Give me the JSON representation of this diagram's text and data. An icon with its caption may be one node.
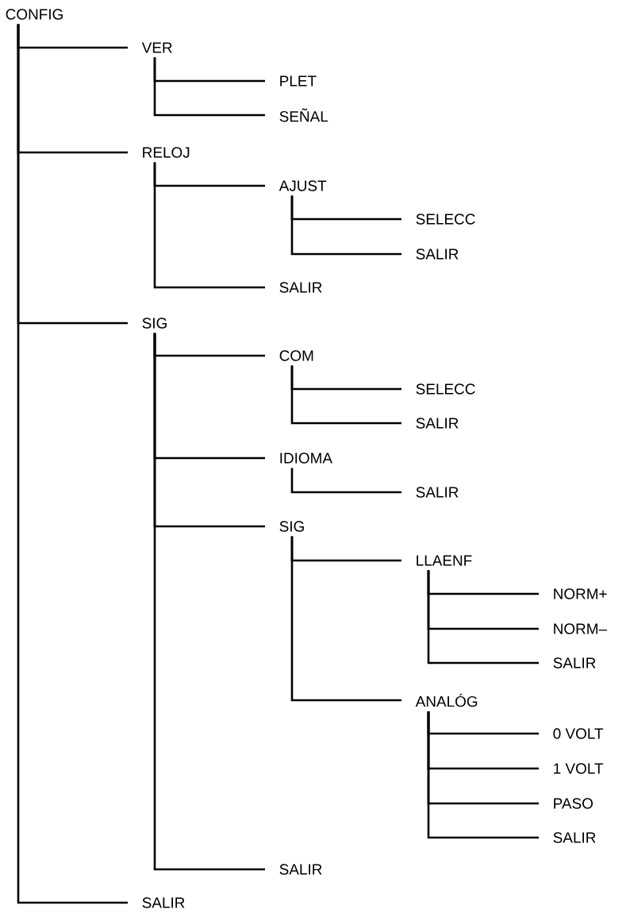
{
  "diagram": {
    "nodes": [
      {
        "text": [
          "CONFIG"
        ]
      },
      {
        "text": [
          "VER"
        ]
      },
      {
        "text": [
          "PLET"
        ]
      },
      {
        "text": [
          "SEÑAL"
        ]
      },
      {
        "text": [
          "RELOJ"
        ]
      },
      {
        "text": [
          "AJUST"
        ]
      },
      {
        "text": [
          "SELECC"
        ]
      },
      {
        "text": [
          "SALIR"
        ]
      },
      {
        "text": [
          "SALIR"
        ]
      },
      {
        "text": [
          "SIG"
        ]
      },
      {
        "text": [
          "COM"
        ]
      },
      {
        "text": [
          "SELECC"
        ]
      },
      {
        "text": [
          "SALIR"
        ]
      },
      {
        "text": [
          "IDIOMA"
        ]
      },
      {
        "text": [
          "SALIR"
        ]
      },
      {
        "text": [
          "SIG"
        ]
      },
      {
        "text": [
          "LLAENF"
        ]
      },
      {
        "text": [
          "NORM+"
        ]
      },
      {
        "text": [
          "NORM–"
        ]
      },
      {
        "text": [
          "SALIR"
        ]
      },
      {
        "text": [
          "ANALÓG"
        ]
      },
      {
        "text": [
          "0 VOLT"
        ]
      },
      {
        "text": [
          "1 VOLT"
        ]
      },
      {
        "text": [
          "PASO"
        ]
      },
      {
        "text": [
          "SALIR"
        ]
      },
      {
        "text": [
          "SALIR"
        ]
      },
      {
        "text": [
          "SALIR"
        ]
      }
    ],
    "edges": [
      {
        "from": 0,
        "to": 1,
        "arrow": "none"
      },
      {
        "from": 1,
        "to": 2,
        "arrow": "none"
      },
      {
        "from": 1,
        "to": 3,
        "arrow": "none"
      },
      {
        "from": 0,
        "to": 4,
        "arrow": "none"
      },
      {
        "from": 4,
        "to": 5,
        "arrow": "none"
      },
      {
        "from": 5,
        "to": 6,
        "arrow": "none"
      },
      {
        "from": 5,
        "to": 7,
        "arrow": "none"
      },
      {
        "from": 4,
        "to": 8,
        "arrow": "none"
      },
      {
        "from": 0,
        "to": 9,
        "arrow": "none"
      },
      {
        "from": 9,
        "to": 10,
        "arrow": "none"
      },
      {
        "from": 10,
        "to": 11,
        "arrow": "none"
      },
      {
        "from": 10,
        "to": 12,
        "arrow": "none"
      },
      {
        "from": 9,
        "to": 13,
        "arrow": "none"
      },
      {
        "from": 13,
        "to": 14,
        "arrow": "none"
      },
      {
        "from": 9,
        "to": 15,
        "arrow": "none"
      },
      {
        "from": 15,
        "to": 16,
        "arrow": "none"
      },
      {
        "from": 16,
        "to": 17,
        "arrow": "none"
      },
      {
        "from": 16,
        "to": 18,
        "arrow": "none"
      },
      {
        "from": 16,
        "to": 19,
        "arrow": "none"
      },
      {
        "from": 15,
        "to": 20,
        "arrow": "none"
      },
      {
        "from": 20,
        "to": 21,
        "arrow": "none"
      },
      {
        "from": 20,
        "to": 22,
        "arrow": "none"
      },
      {
        "from": 20,
        "to": 23,
        "arrow": "none"
      },
      {
        "from": 20,
        "to": 24,
        "arrow": "none"
      },
      {
        "from": 9,
        "to": 25,
        "arrow": "none"
      },
      {
        "from": 0,
        "to": 26,
        "arrow": "none"
      }
    ]
  }
}
